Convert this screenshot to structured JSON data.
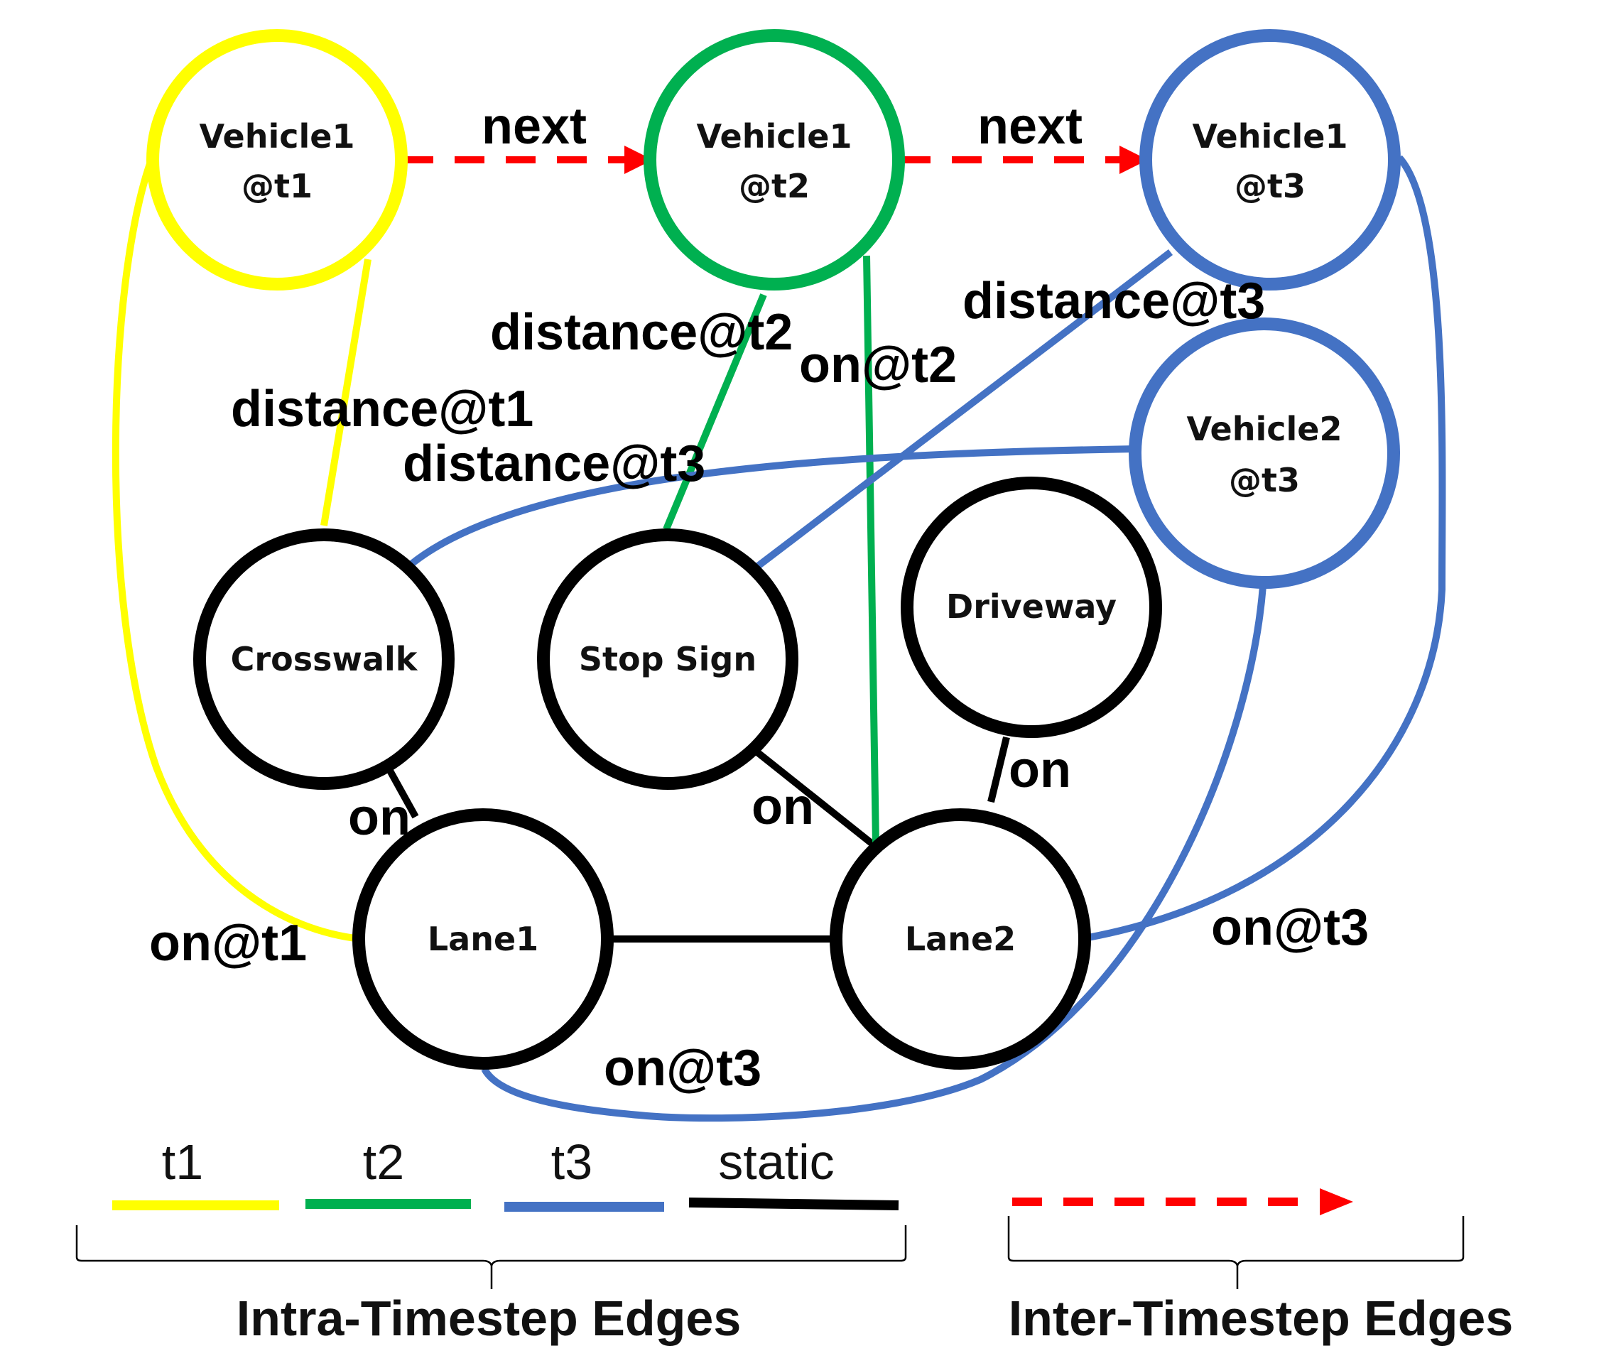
{
  "colors": {
    "t1": "#ffff00",
    "t2": "#00b050",
    "t3": "#4472c4",
    "static": "#000000",
    "inter": "#ff0000"
  },
  "nodes": {
    "vehicle1_t1": [
      "Vehicle1",
      "@t1"
    ],
    "vehicle1_t2": [
      "Vehicle1",
      "@t2"
    ],
    "vehicle1_t3": [
      "Vehicle1",
      "@t3"
    ],
    "vehicle2_t3": [
      "Vehicle2",
      "@t3"
    ],
    "crosswalk": "Crosswalk",
    "stop_sign": "Stop Sign",
    "driveway": "Driveway",
    "lane1": "Lane1",
    "lane2": "Lane2"
  },
  "edge_labels": {
    "next_1": "next",
    "next_2": "next",
    "distance_t1": "distance@t1",
    "distance_t2": "distance@t2",
    "on_t2": "on@t2",
    "distance_t3_top": "distance@t3",
    "distance_t3_mid": "distance@t3",
    "on_crosswalk": "on",
    "on_stopsign": "on",
    "on_driveway": "on",
    "on_t1": "on@t1",
    "on_t3_bottom": "on@t3",
    "on_t3_right": "on@t3"
  },
  "legend": {
    "t1": "t1",
    "t2": "t2",
    "t3": "t3",
    "static": "static",
    "intra_group": "Intra-Timestep Edges",
    "inter_group": "Inter-Timestep Edges"
  }
}
